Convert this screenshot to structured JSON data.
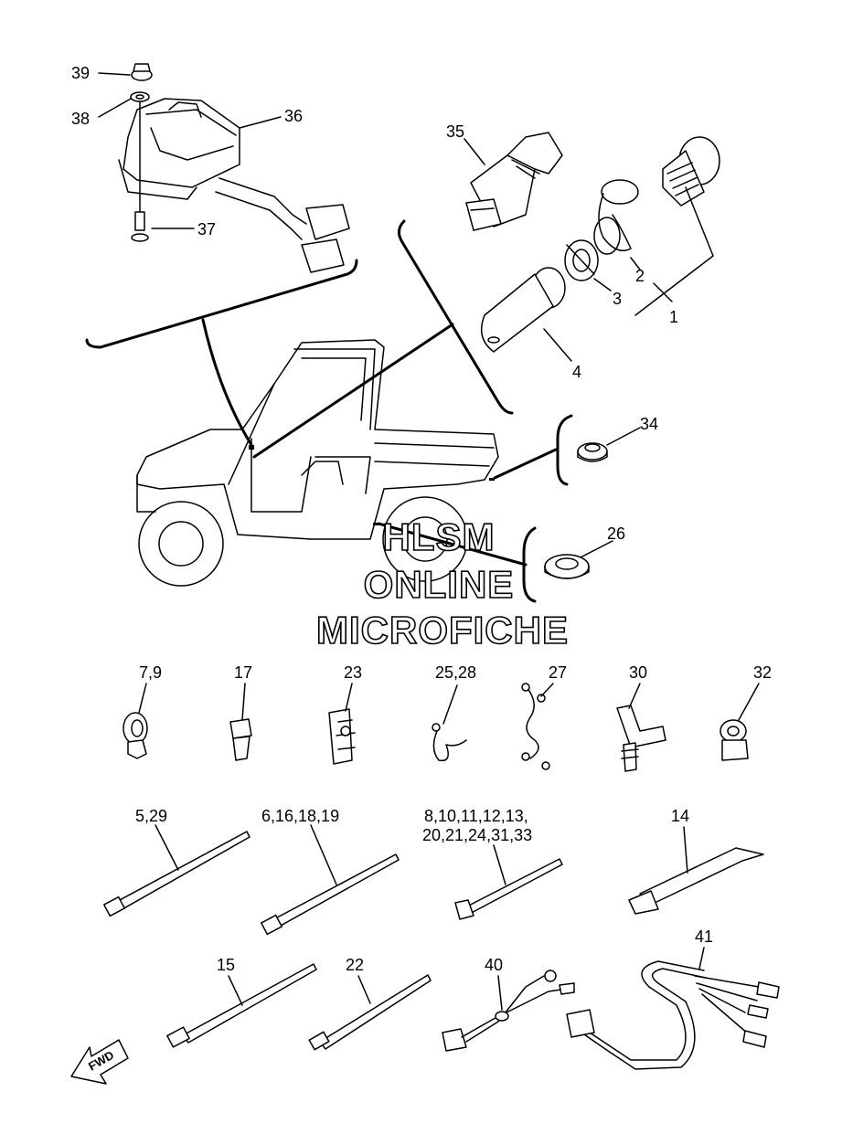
{
  "callouts": {
    "c39": "39",
    "c38": "38",
    "c36": "36",
    "c37": "37",
    "c35": "35",
    "c1": "1",
    "c2": "2",
    "c3": "3",
    "c4": "4",
    "c34": "34",
    "c26": "26",
    "c7_9": "7,9",
    "c17": "17",
    "c23": "23",
    "c25_28": "25,28",
    "c27": "27",
    "c30": "30",
    "c32": "32",
    "c5_29": "5,29",
    "c6_16_18_19": "6,16,18,19",
    "c8_line1": "8,10,11,12,13,",
    "c8_line2": "20,21,24,31,33",
    "c14": "14",
    "c41": "41",
    "c15": "15",
    "c22": "22",
    "c40": "40"
  },
  "watermark": {
    "line1": "HLSM",
    "line2": "ONLINE",
    "line3": "MICROFICHE"
  },
  "fwd_label": "FWD"
}
